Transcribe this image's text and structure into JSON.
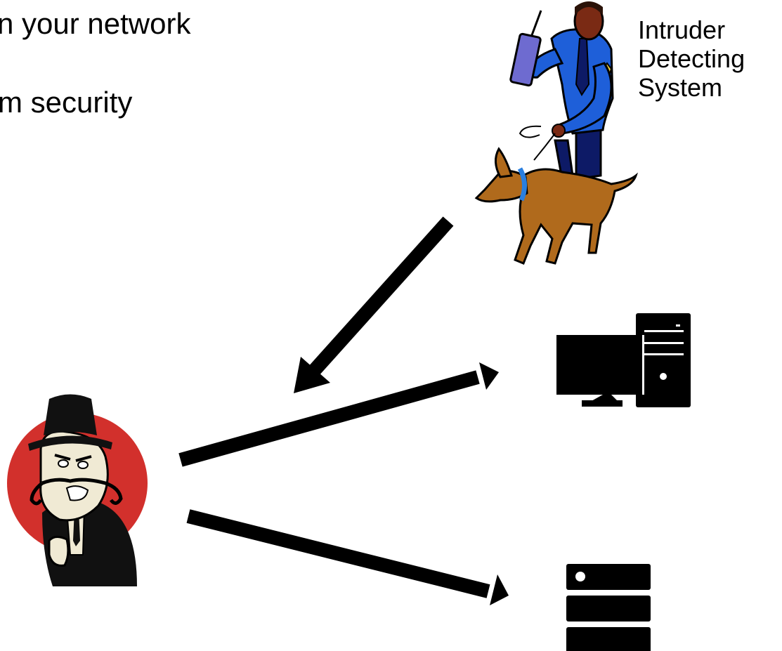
{
  "slide": {
    "text_lines": [
      "n your network",
      "m security"
    ]
  },
  "guard": {
    "label_lines": [
      "Intruder",
      "Detecting",
      "System"
    ]
  },
  "icons": {
    "attacker": "villain-icon",
    "guard": "security-guard-with-dog-icon",
    "desktop": "desktop-computer-icon",
    "server": "server-icon"
  },
  "colors": {
    "arrow": "#000000",
    "attacker_circle": "#d2302c",
    "guard_uniform": "#1e5fd9",
    "dog": "#b06a1c",
    "collar": "#2a7fe0"
  }
}
